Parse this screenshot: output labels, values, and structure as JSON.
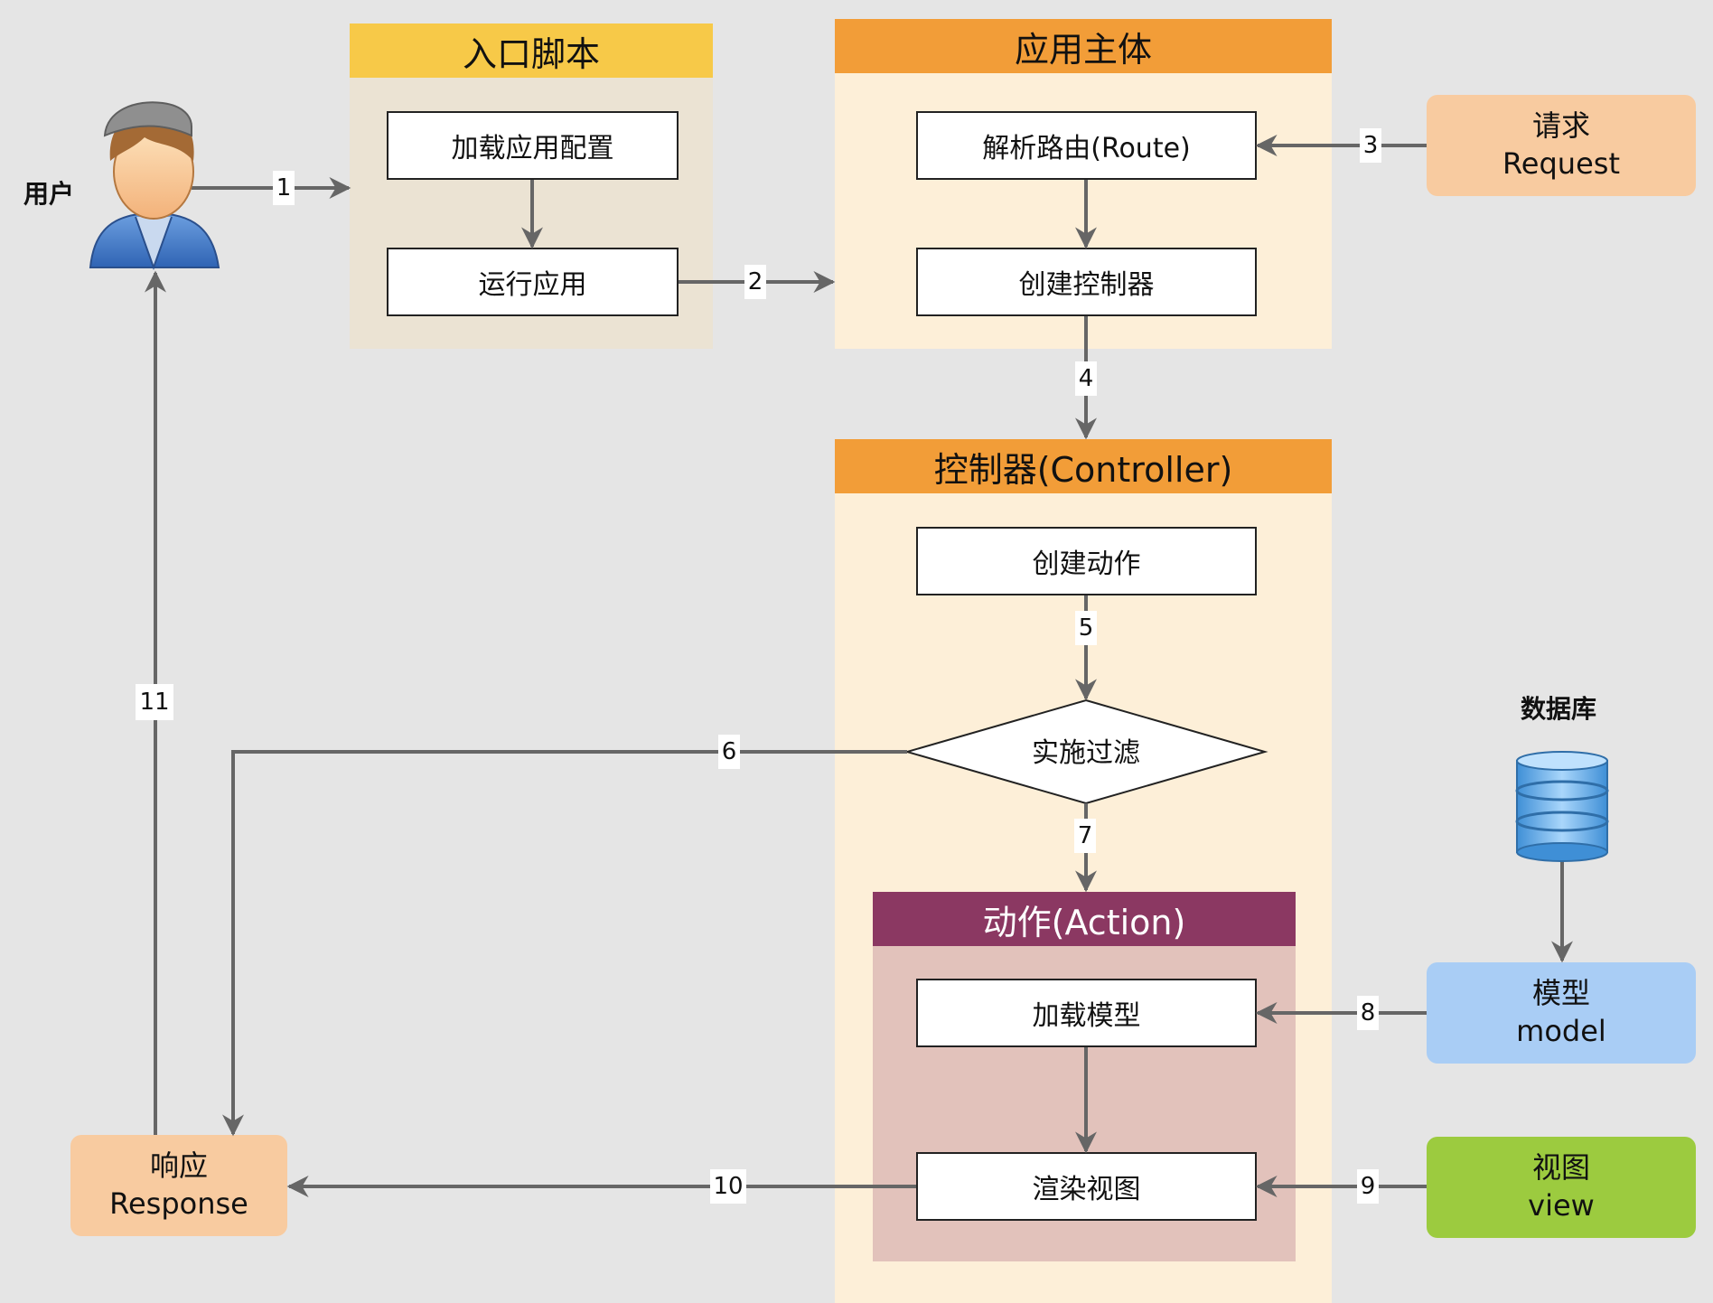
{
  "user": {
    "label": "用户",
    "icon": "user-avatar-icon"
  },
  "entry_panel": {
    "title": "入口脚本",
    "header_color": "#f7c948",
    "body_color": "#ebe3d3",
    "steps": [
      "加载应用配置",
      "运行应用"
    ]
  },
  "app_panel": {
    "title": "应用主体",
    "header_color": "#f29d38",
    "body_color": "#fdefd8",
    "steps": [
      "解析路由(Route)",
      "创建控制器"
    ]
  },
  "controller_panel": {
    "title": "控制器(Controller)",
    "header_color": "#f29d38",
    "body_color": "#fdefd8",
    "steps": [
      "创建动作"
    ],
    "decision": "实施过滤"
  },
  "action_panel": {
    "title": "动作(Action)",
    "header_color": "#8b3862",
    "body_color": "#e2c2bb",
    "steps": [
      "加载模型",
      "渲染视图"
    ]
  },
  "request": {
    "line1": "请求",
    "line2": "Request",
    "color": "#f8cba0"
  },
  "response": {
    "line1": "响应",
    "line2": "Response",
    "color": "#f8cba0"
  },
  "database": {
    "label": "数据库",
    "icon": "database-icon"
  },
  "model": {
    "line1": "模型",
    "line2": "model",
    "color": "#a9cdf5"
  },
  "view": {
    "line1": "视图",
    "line2": "view",
    "color": "#9ccb3f"
  },
  "edge_numbers": [
    "1",
    "2",
    "3",
    "4",
    "5",
    "6",
    "7",
    "8",
    "9",
    "10",
    "11"
  ]
}
